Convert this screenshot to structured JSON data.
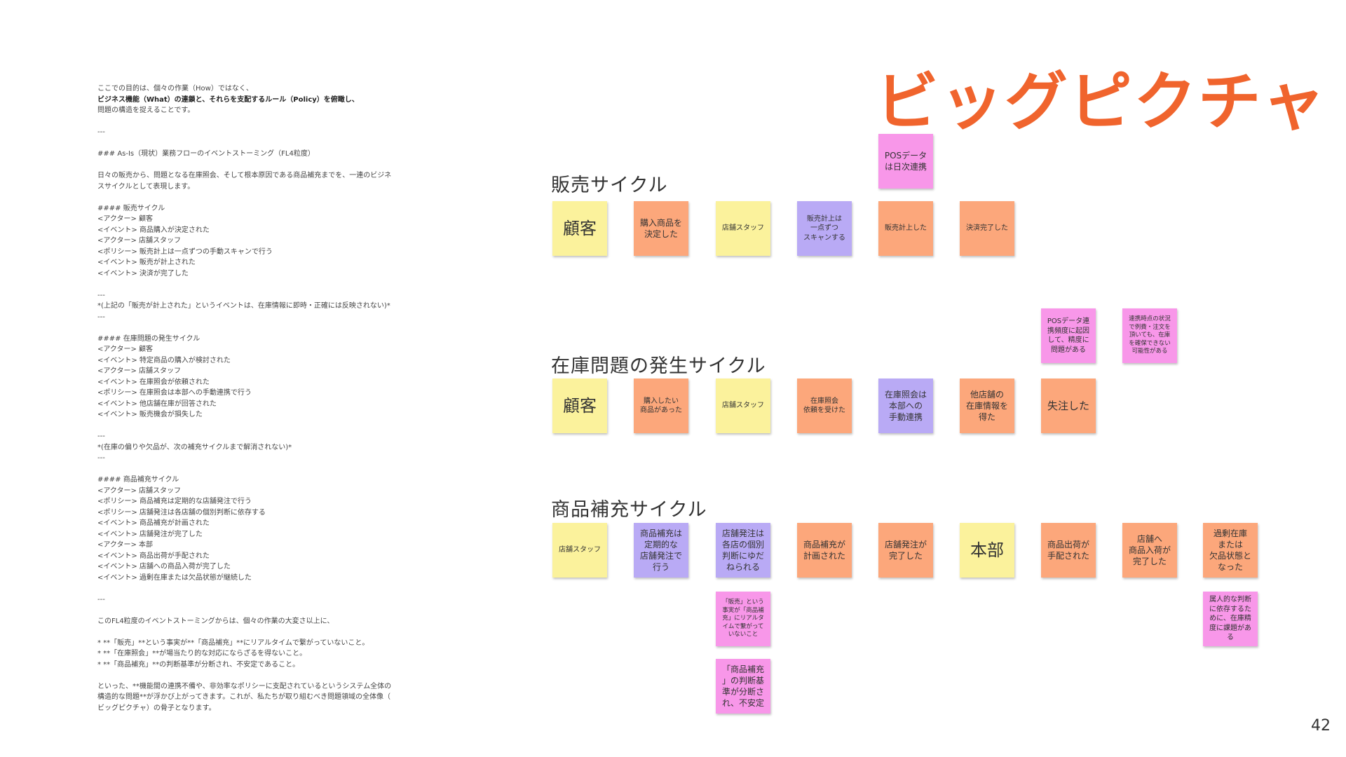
{
  "title": "ビッグピクチャ",
  "page_number": "42",
  "document": {
    "lines": [
      {
        "text": "ここでの目的は、個々の作業（How）ではなく、",
        "bold": false
      },
      {
        "text": "ビジネス機能（What）の連鎖と、それらを支配するルール（Policy）を俯瞰し、",
        "bold": true
      },
      {
        "text": "問題の構造を捉えることです。",
        "bold": false
      },
      {
        "text": "",
        "bold": false
      },
      {
        "text": "---",
        "bold": false
      },
      {
        "text": "",
        "bold": false
      },
      {
        "text": "### As-Is（現状）業務フローのイベントストーミング（FL4粒度）",
        "bold": false
      },
      {
        "text": "",
        "bold": false
      },
      {
        "text": "日々の販売から、問題となる在庫照会、そして根本原因である商品補充までを、一連のビジネ",
        "bold": false
      },
      {
        "text": "スサイクルとして表現します。",
        "bold": false
      },
      {
        "text": "",
        "bold": false
      },
      {
        "text": "#### 販売サイクル",
        "bold": false
      },
      {
        "text": "<アクター> 顧客",
        "bold": false
      },
      {
        "text": "<イベント> 商品購入が決定された",
        "bold": false
      },
      {
        "text": "<アクター> 店舗スタッフ",
        "bold": false
      },
      {
        "text": "<ポリシー> 販売計上は一点ずつの手動スキャンで行う",
        "bold": false
      },
      {
        "text": "<イベント> 販売が計上された",
        "bold": false
      },
      {
        "text": "<イベント> 決済が完了した",
        "bold": false
      },
      {
        "text": "",
        "bold": false
      },
      {
        "text": "---",
        "bold": false
      },
      {
        "text": "*(上記の「販売が計上された」というイベントは、在庫情報に即時・正確には反映されない)*",
        "bold": false
      },
      {
        "text": "---",
        "bold": false
      },
      {
        "text": "",
        "bold": false
      },
      {
        "text": "#### 在庫問題の発生サイクル",
        "bold": false
      },
      {
        "text": "<アクター> 顧客",
        "bold": false
      },
      {
        "text": "<イベント> 特定商品の購入が検討された",
        "bold": false
      },
      {
        "text": "<アクター> 店舗スタッフ",
        "bold": false
      },
      {
        "text": "<イベント> 在庫照会が依頼された",
        "bold": false
      },
      {
        "text": "<ポリシー> 在庫照会は本部への手動連携で行う",
        "bold": false
      },
      {
        "text": "<イベント> 他店舗在庫が回答された",
        "bold": false
      },
      {
        "text": "<イベント> 販売機会が損失した",
        "bold": false
      },
      {
        "text": "",
        "bold": false
      },
      {
        "text": "---",
        "bold": false
      },
      {
        "text": "*(在庫の偏りや欠品が、次の補充サイクルまで解消されない)*",
        "bold": false
      },
      {
        "text": "---",
        "bold": false
      },
      {
        "text": "",
        "bold": false
      },
      {
        "text": "#### 商品補充サイクル",
        "bold": false
      },
      {
        "text": "<アクター> 店舗スタッフ",
        "bold": false
      },
      {
        "text": "<ポリシー> 商品補充は定期的な店舗発注で行う",
        "bold": false
      },
      {
        "text": "<ポリシー> 店舗発注は各店舗の個別判断に依存する",
        "bold": false
      },
      {
        "text": "<イベント> 商品補充が計画された",
        "bold": false
      },
      {
        "text": "<イベント> 店舗発注が完了した",
        "bold": false
      },
      {
        "text": "<アクター> 本部",
        "bold": false
      },
      {
        "text": "<イベント> 商品出荷が手配された",
        "bold": false
      },
      {
        "text": "<イベント> 店舗への商品入荷が完了した",
        "bold": false
      },
      {
        "text": "<イベント> 過剰在庫または欠品状態が継続した",
        "bold": false
      },
      {
        "text": "",
        "bold": false
      },
      {
        "text": "---",
        "bold": false
      },
      {
        "text": "",
        "bold": false
      },
      {
        "text": "このFL4粒度のイベントストーミングからは、個々の作業の大変さ以上に、",
        "bold": false
      },
      {
        "text": "",
        "bold": false
      },
      {
        "text": "* **「販売」**という事実が**「商品補充」**にリアルタイムで繋がっていないこと。",
        "bold": false
      },
      {
        "text": "* **「在庫照会」**が場当たり的な対応にならざるを得ないこと。",
        "bold": false
      },
      {
        "text": "* **「商品補充」**の判断基準が分断され、不安定であること。",
        "bold": false
      },
      {
        "text": "",
        "bold": false
      },
      {
        "text": "といった、**機能間の連携不備や、非効率なポリシーに支配されているというシステム全体の",
        "bold": false
      },
      {
        "text": "構造的な問題**が浮かび上がってきます。これが、私たちが取り組むべき問題領域の全体像（",
        "bold": false
      },
      {
        "text": "ビッグピクチャ）の骨子となります。",
        "bold": false
      }
    ]
  },
  "sections": {
    "sales": "販売サイクル",
    "inventory": "在庫問題の発生サイクル",
    "replenish": "商品補充サイクル"
  },
  "notes": {
    "s1": "顧客",
    "s2": "購入商品を\n決定した",
    "s3": "店舗スタッフ",
    "s4": "販売計上は\n一点ずつ\nスキャンする",
    "s5": "販売計上した",
    "s6": "決済完了した",
    "s7": "POSデータ\nは日次連携",
    "i1": "顧客",
    "i2": "購入したい\n商品があった",
    "i3": "店舗スタッフ",
    "i4": "在庫照会\n依頼を受けた",
    "i5": "在庫照会は\n本部への\n手動連携",
    "i6": "他店舗の\n在庫情報を\n得た",
    "i7": "失注した",
    "i8": "POSデータ連\n携頻度に起因\nして、精度に\n問題がある",
    "i9": "連携時点の状況\nで例費・注文を\n頂いても、在庫\nを確保できない\n可能性がある",
    "r1": "店舗スタッフ",
    "r2": "商品補充は\n定期的な\n店舗発注で\n行う",
    "r3": "店舗発注は\n各店の個別\n判断にゆだ\nねられる",
    "r4": "商品補充が\n計画された",
    "r5": "店舗発注が\n完了した",
    "r6": "本部",
    "r7": "商品出荷が\n手配された",
    "r8": "店舗へ\n商品入荷が\n完了した",
    "r9": "過剰在庫\nまたは\n欠品状態と\nなった",
    "r10": "「販売」という\n事実が「商品補\n充」にリアルタ\nイムで繋がって\nいないこと",
    "r11": "「商品補充\n」の判断基\n準が分断さ\nれ、不安定",
    "r12": "属人的な判断\nに依存するた\nめに、在庫精\n度に課題があ\nる"
  },
  "colors": {
    "title": "#f0642d",
    "actor": "#fbf29c",
    "event": "#fca77b",
    "policy": "#b9aaf5",
    "problem": "#f897e9"
  }
}
